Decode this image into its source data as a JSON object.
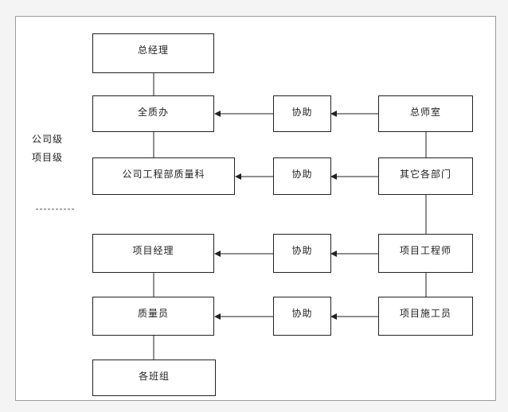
{
  "colors": {
    "line": "#222222",
    "frame_border": "#9a9a9a",
    "dotted": "#555555"
  },
  "side_labels": {
    "company_level": "公司级",
    "project_level": "项目级"
  },
  "nodes": {
    "gm": "总经理",
    "quality_office": "全质办",
    "assist_1": "协助",
    "gm_office": "总师室",
    "qc_dept": "公司工程部质量科",
    "assist_2": "协助",
    "other_depts": "其它各部门",
    "pm": "项目经理",
    "assist_3": "协助",
    "project_engineer": "项目工程师",
    "inspector": "质量员",
    "assist_4": "协助",
    "construction_worker": "项目施工员",
    "teams": "各班组"
  }
}
